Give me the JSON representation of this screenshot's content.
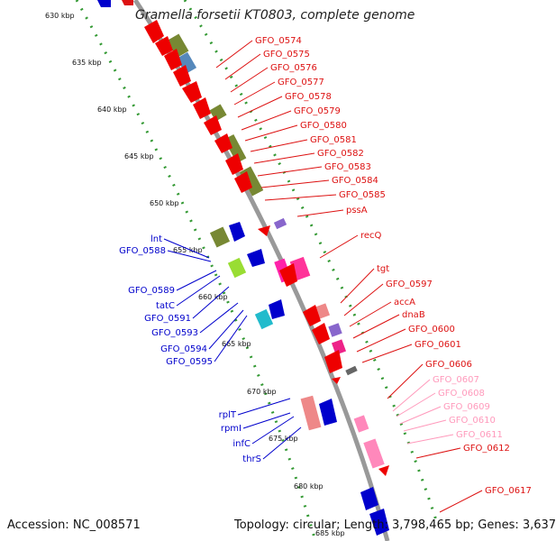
{
  "title": "Gramella forsetii KT0803, complete genome",
  "footer": {
    "accession": "Accession: NC_008571",
    "topology": "Topology: circular; Length: 3,798,465 bp; Genes: 3,637"
  },
  "colors": {
    "forward_gene": "#ee0000",
    "reverse_gene": "#0000cc",
    "rna_gene": "#ff88bb",
    "backbone": "#999999",
    "guide": "#339933"
  },
  "scale_labels": [
    "630 kbp",
    "635 kbp",
    "640 kbp",
    "645 kbp",
    "650 kbp",
    "655 kbp",
    "660 kbp",
    "665 kbp",
    "670 kbp",
    "675 kbp",
    "680 kbp",
    "685 kbp"
  ],
  "right_labels": [
    {
      "text": "GFO_0574",
      "color": "#dd1111"
    },
    {
      "text": "GFO_0575",
      "color": "#dd1111"
    },
    {
      "text": "GFO_0576",
      "color": "#dd1111"
    },
    {
      "text": "GFO_0577",
      "color": "#dd1111"
    },
    {
      "text": "GFO_0578",
      "color": "#dd1111"
    },
    {
      "text": "GFO_0579",
      "color": "#dd1111"
    },
    {
      "text": "GFO_0580",
      "color": "#dd1111"
    },
    {
      "text": "GFO_0581",
      "color": "#dd1111"
    },
    {
      "text": "GFO_0582",
      "color": "#dd1111"
    },
    {
      "text": "GFO_0583",
      "color": "#dd1111"
    },
    {
      "text": "GFO_0584",
      "color": "#dd1111"
    },
    {
      "text": "GFO_0585",
      "color": "#dd1111"
    },
    {
      "text": "pssA",
      "color": "#dd1111"
    },
    {
      "text": "recQ",
      "color": "#dd1111"
    },
    {
      "text": "tgt",
      "color": "#dd1111"
    },
    {
      "text": "GFO_0597",
      "color": "#dd1111"
    },
    {
      "text": "accA",
      "color": "#dd1111"
    },
    {
      "text": "dnaB",
      "color": "#dd1111"
    },
    {
      "text": "GFO_0600",
      "color": "#dd1111"
    },
    {
      "text": "GFO_0601",
      "color": "#dd1111"
    },
    {
      "text": "GFO_0606",
      "color": "#dd1111"
    },
    {
      "text": "GFO_0607",
      "color": "#ff99bb"
    },
    {
      "text": "GFO_0608",
      "color": "#ff99bb"
    },
    {
      "text": "GFO_0609",
      "color": "#ff99bb"
    },
    {
      "text": "GFO_0610",
      "color": "#ff99bb"
    },
    {
      "text": "GFO_0611",
      "color": "#ff99bb"
    },
    {
      "text": "GFO_0612",
      "color": "#dd1111"
    },
    {
      "text": "GFO_0617",
      "color": "#dd1111"
    }
  ],
  "left_labels": [
    {
      "text": "lnt"
    },
    {
      "text": "GFO_0588"
    },
    {
      "text": "GFO_0589"
    },
    {
      "text": "tatC"
    },
    {
      "text": "GFO_0591"
    },
    {
      "text": "GFO_0593"
    },
    {
      "text": "GFO_0594"
    },
    {
      "text": "GFO_0595"
    },
    {
      "text": "rplT"
    },
    {
      "text": "rpmI"
    },
    {
      "text": "infC"
    },
    {
      "text": "thrS"
    }
  ]
}
